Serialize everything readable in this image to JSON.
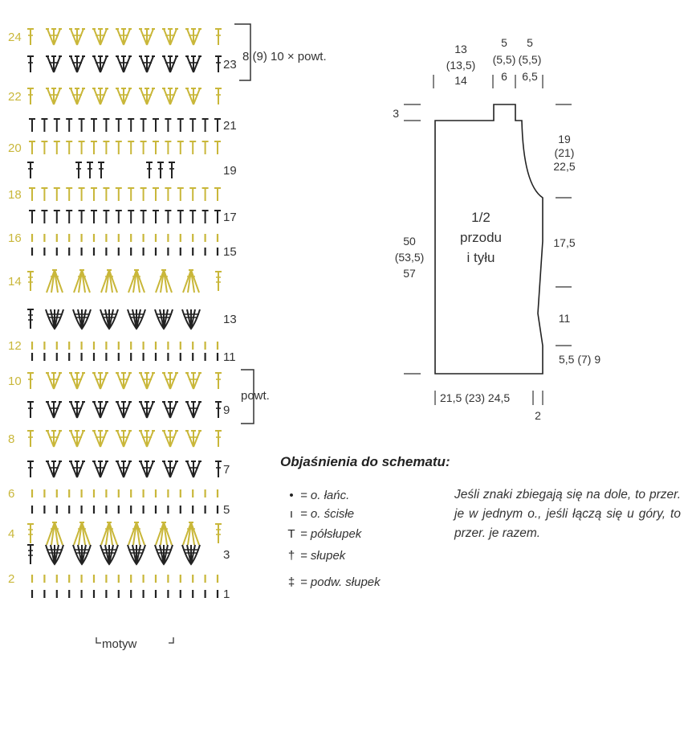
{
  "colors": {
    "dark": "#222222",
    "gold": "#c9b73a",
    "line": "#333333"
  },
  "chart": {
    "row_numbers": [
      "24",
      "23",
      "22",
      "21",
      "20",
      "19",
      "18",
      "17",
      "16",
      "15",
      "14",
      "13",
      "12",
      "11",
      "10",
      "9",
      "8",
      "7",
      "6",
      "5",
      "4",
      "3",
      "2",
      "1"
    ],
    "repeat_top": "8 (9) 10 × powt.",
    "repeat_mid": "powt.",
    "motif_label": "motyw"
  },
  "schematic": {
    "top_widths": {
      "a": "13",
      "b": "(13,5)",
      "c": "14",
      "d": "5",
      "e": "(5,5)",
      "f": "6",
      "g": "5",
      "h": "(5,5)",
      "i": "6,5"
    },
    "left_small": "3",
    "left_height": [
      "50",
      "(53,5)",
      "57"
    ],
    "center_label": [
      "1/2",
      "przodu",
      "i tyłu"
    ],
    "right_dims": {
      "r1": [
        "19",
        "(21)",
        "22,5"
      ],
      "r2": "17,5",
      "r3": "11",
      "r4": "5,5 (7) 9"
    },
    "bottom": {
      "width": "21,5 (23) 24,5",
      "small": "2"
    }
  },
  "legend": {
    "title": "Objaśnienia do schematu:",
    "items": [
      {
        "symbol": "•",
        "text": "= o. łańc."
      },
      {
        "symbol": "ı",
        "text": "= o. ścisłe"
      },
      {
        "symbol": "T",
        "text": "= półsłupek"
      },
      {
        "symbol": "†",
        "text": "= słupek"
      },
      {
        "symbol": "‡",
        "text": "= podw. słupek"
      }
    ],
    "note": "Jeśli znaki zbiegają się na dole, to przer. je w jednym o., jeśli łączą się u góry, to przer. je razem."
  }
}
